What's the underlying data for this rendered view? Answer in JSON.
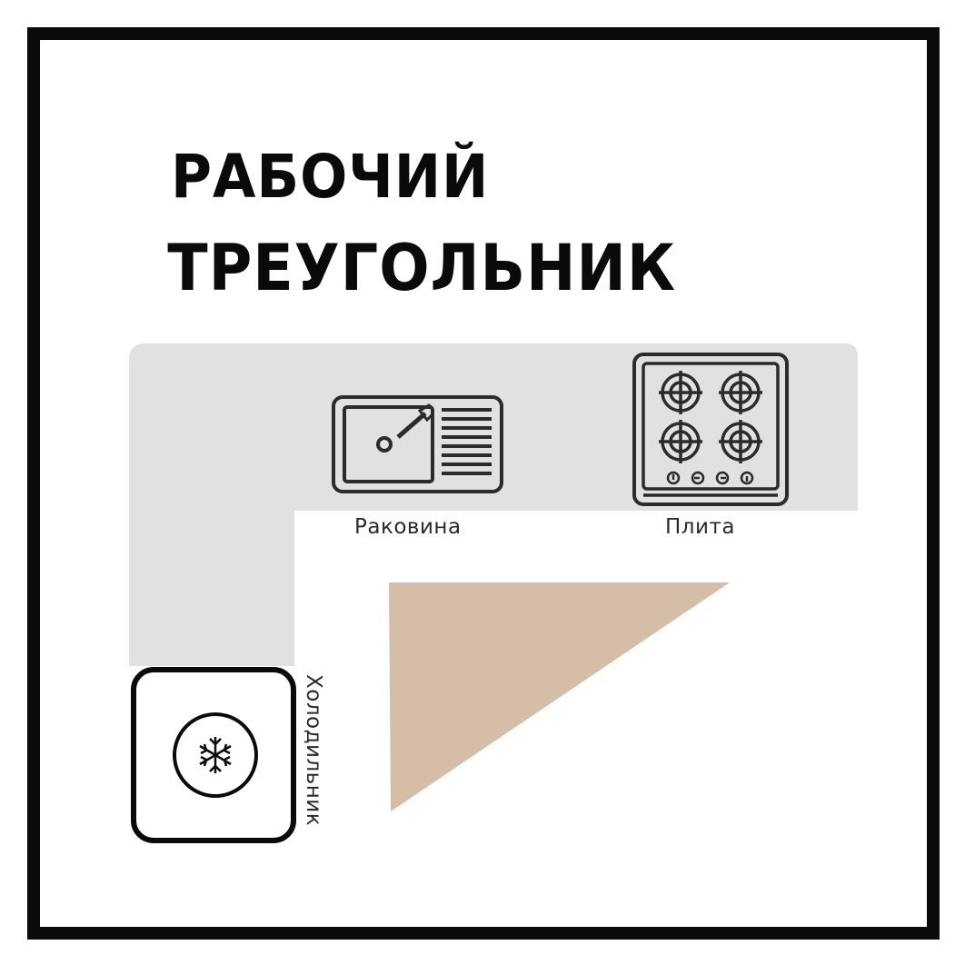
{
  "title": {
    "line1": "РАБОЧИЙ",
    "line2": "ТРЕУГОЛЬНИК"
  },
  "labels": {
    "sink": "Раковина",
    "stove": "Плита",
    "fridge": "Холодильник"
  },
  "icons": {
    "sink": "sink-icon",
    "stove": "stove-icon",
    "fridge": "snowflake-icon"
  },
  "colors": {
    "frame": "#0a0a0a",
    "countertop": "#e1e1e1",
    "triangle": "#d4bea8",
    "icon_stroke": "#2b2b2b"
  }
}
